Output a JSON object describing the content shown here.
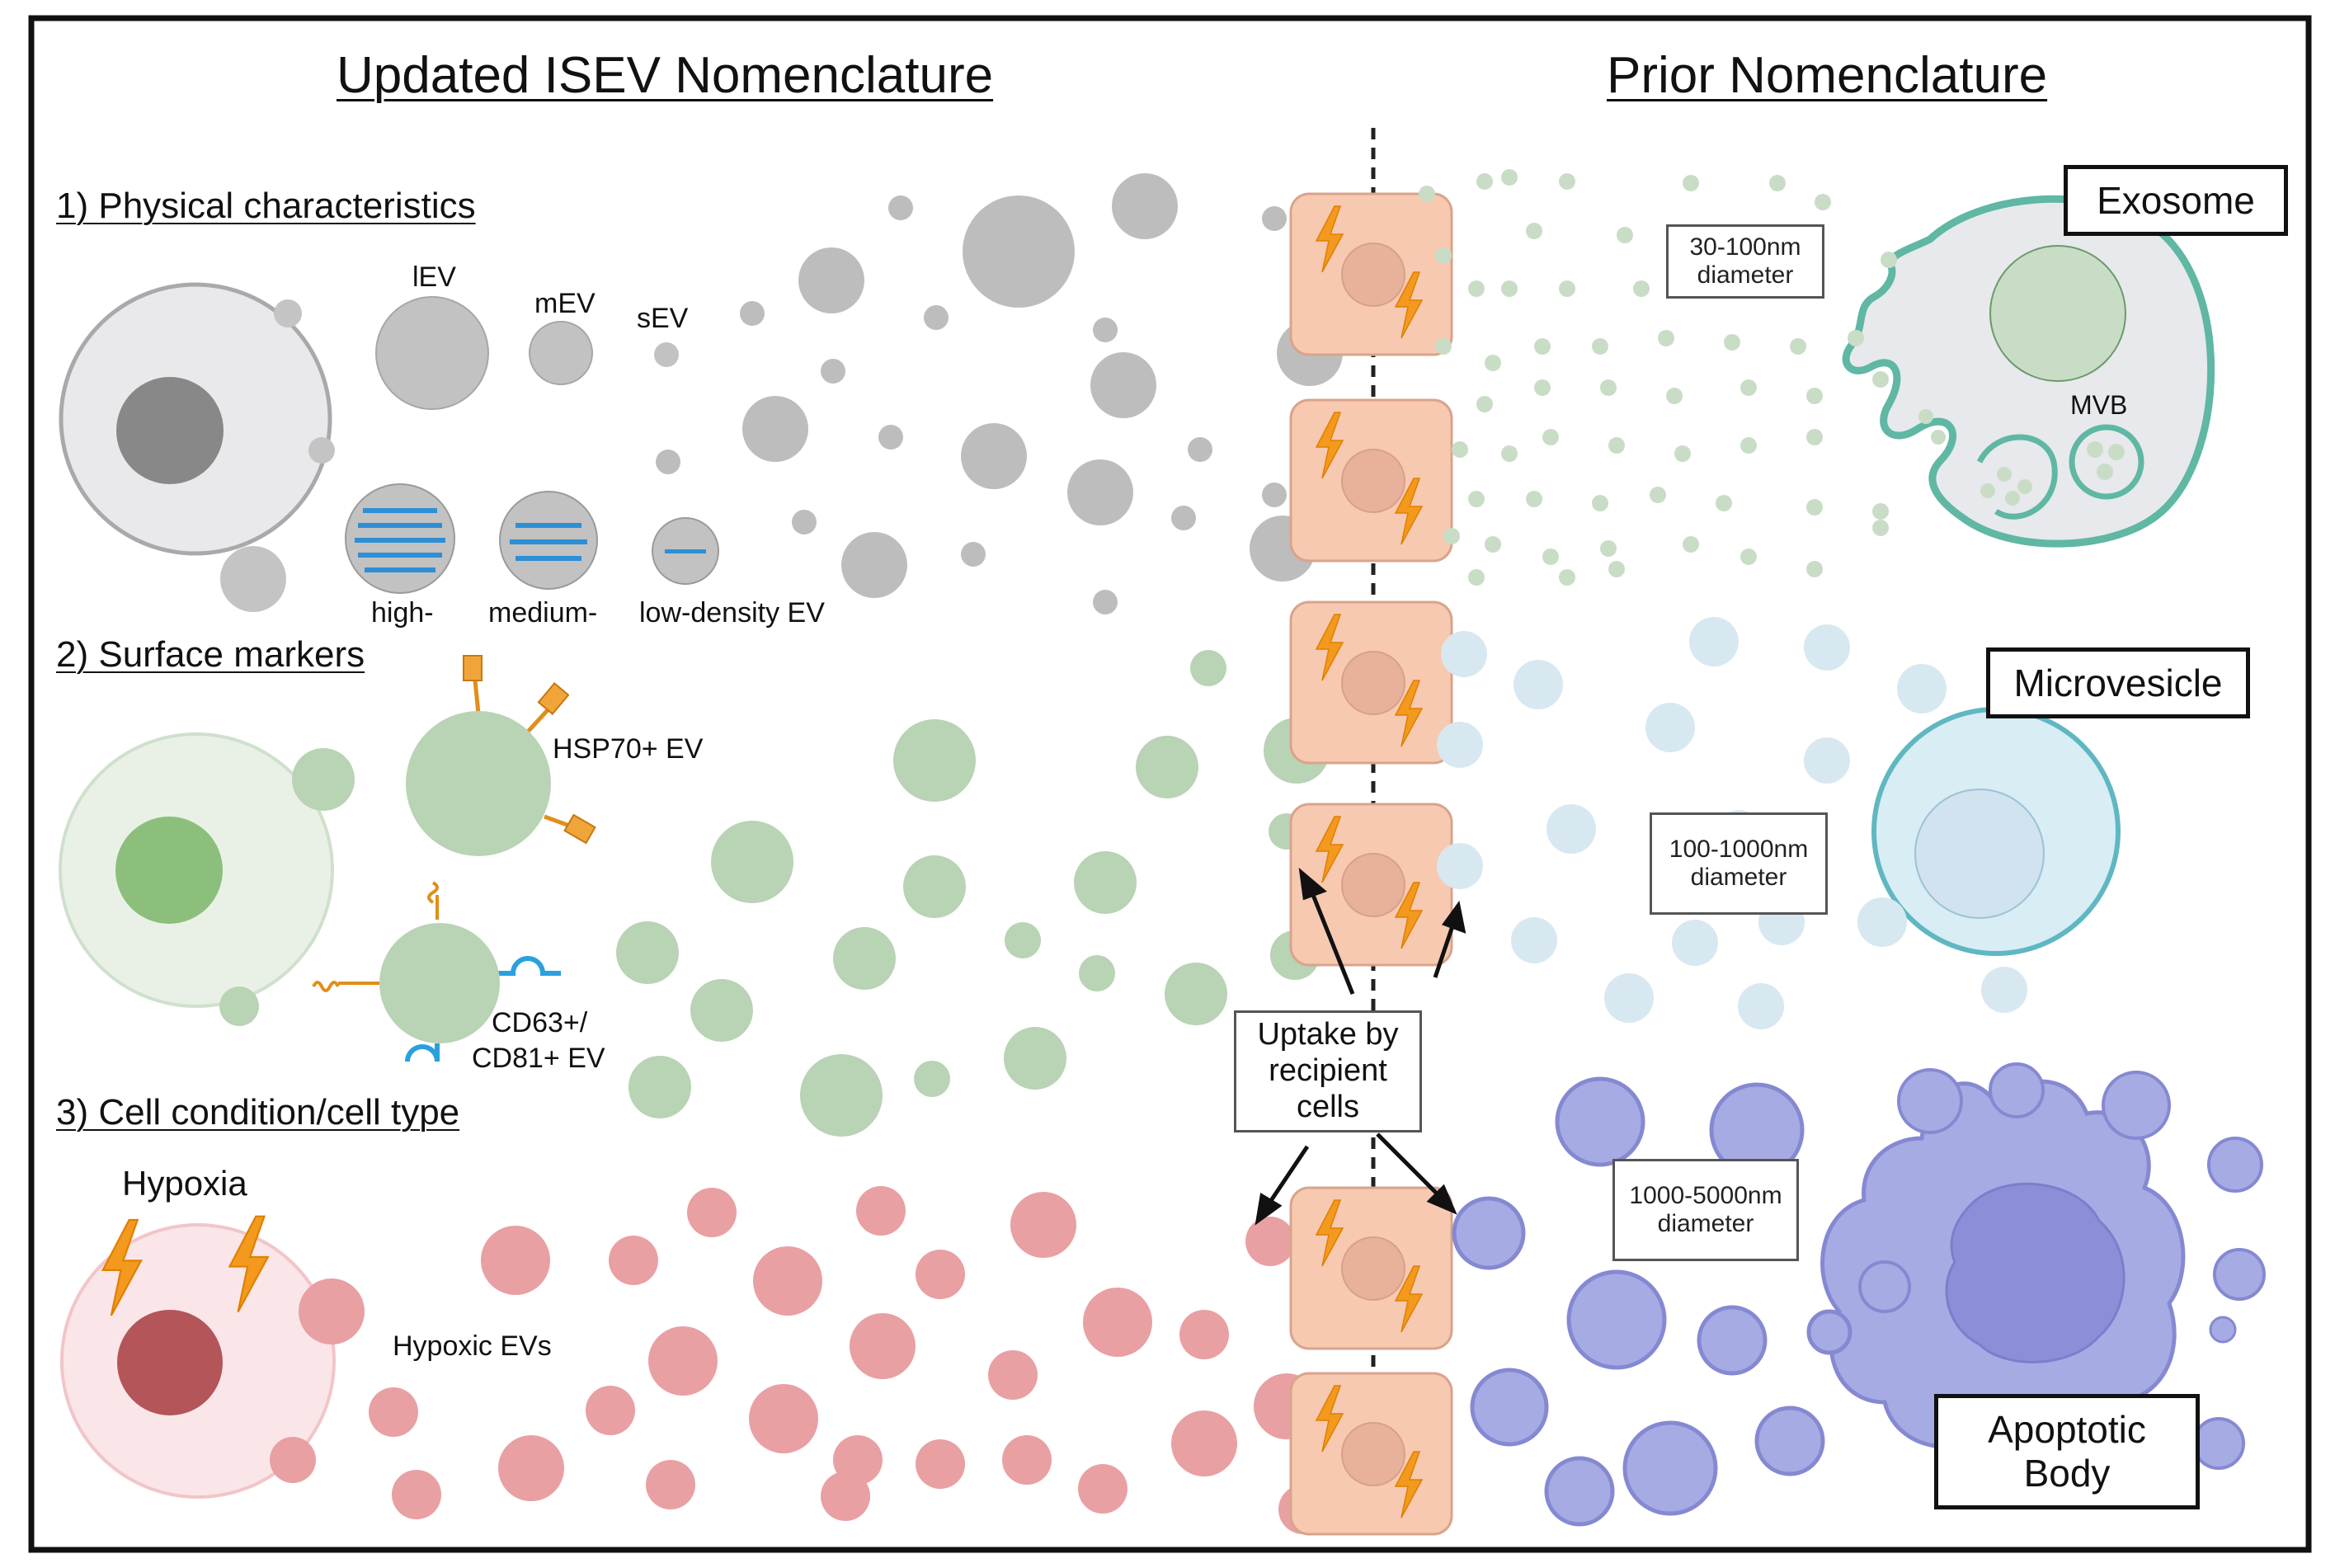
{
  "headers": {
    "left": "Updated ISEV Nomenclature",
    "right": "Prior Nomenclature"
  },
  "sections": {
    "physical": "1) Physical characteristics",
    "surface": "2) Surface markers",
    "condition": "3) Cell condition/cell type"
  },
  "size_labels": {
    "lev": "lEV",
    "mev": "mEV",
    "sev": "sEV"
  },
  "density_labels": {
    "high": "high-",
    "medium": "medium-",
    "low": "low-density EV"
  },
  "marker_labels": {
    "hsp70": "HSP70+ EV",
    "cd63_line1": "CD63+/",
    "cd63_line2": "CD81+ EV"
  },
  "condition_labels": {
    "hypoxia": "Hypoxia",
    "hypoxic_evs": "Hypoxic EVs"
  },
  "prior": {
    "exosome": "Exosome",
    "exosome_size_line1": "30-100nm",
    "exosome_size_line2": "diameter",
    "mvb": "MVB",
    "microvesicle": "Microvesicle",
    "microvesicle_size_line1": "100-1000nm",
    "microvesicle_size_line2": "diameter",
    "apoptotic_line1": "Apoptotic",
    "apoptotic_line2": "Body",
    "apoptotic_size_line1": "1000-5000nm",
    "apoptotic_size_line2": "diameter"
  },
  "uptake": {
    "line1": "Uptake by",
    "line2": "recipient",
    "line3": "cells"
  },
  "colors": {
    "grey_ev": "#bdbdbd",
    "green_ev": "#b9d3b5",
    "red_ev": "#e8a0a3",
    "exo_ev": "#c9ddc6",
    "micro_ev": "#d8e8f0",
    "apoptotic_ev": "#a7abe3",
    "recipient_cell": "#f7c9b1",
    "bolt": "#f39a1e"
  }
}
